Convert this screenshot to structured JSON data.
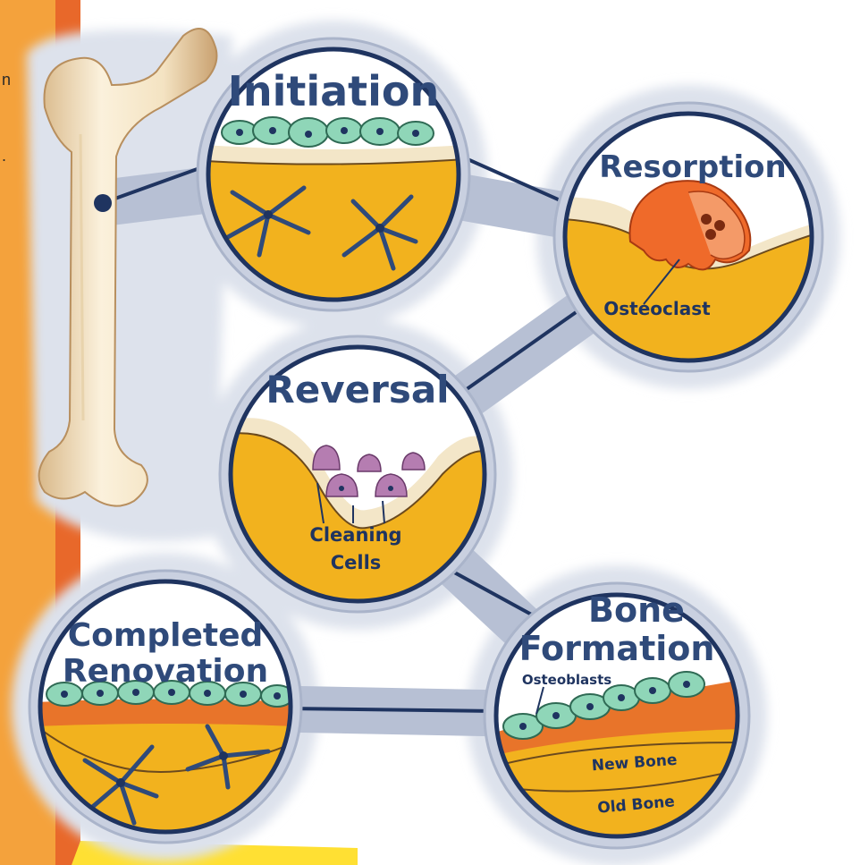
{
  "stages": {
    "initiation": "Initiation",
    "resorption": "Resorption",
    "reversal": "Reversal",
    "bone_formation_line1": "Bone",
    "bone_formation_line2": "Formation",
    "completed_line1": "Completed",
    "completed_line2": "Renovation"
  },
  "labels": {
    "osteoclast": "Osteoclast",
    "cleaning_cells_line1": "Cleaning",
    "cleaning_cells_line2": "Cells",
    "osteoblasts": "Osteoblasts",
    "new_bone": "New Bone",
    "old_bone": "Old Bone"
  },
  "edge_text": {
    "fragment1": "n",
    "fragment2": "."
  },
  "colors": {
    "panel_orange": "#f4a23c",
    "panel_red_orange": "#e8682a",
    "ring_fill": "#c9d0e0",
    "ring_outline": "#1f3460",
    "bone_yellow": "#f2b21e",
    "bone_cream": "#f3e6c8",
    "lining_cell": "#8fd6b8",
    "osteoclast": "#ef6a2a",
    "cleaning_cell": "#b57db1",
    "new_bone": "#e8742a",
    "title_text": "#2f4a7a",
    "yellow_stripe": "#ffe033"
  },
  "icons": {
    "femur": "femur-bone-icon",
    "lining_cells": "bone-lining-cell-icon",
    "osteocytes": "osteocyte-icon",
    "osteoclast": "osteoclast-icon",
    "cleaning_cells": "cleaning-cell-icon",
    "osteoblasts": "osteoblast-icon"
  }
}
